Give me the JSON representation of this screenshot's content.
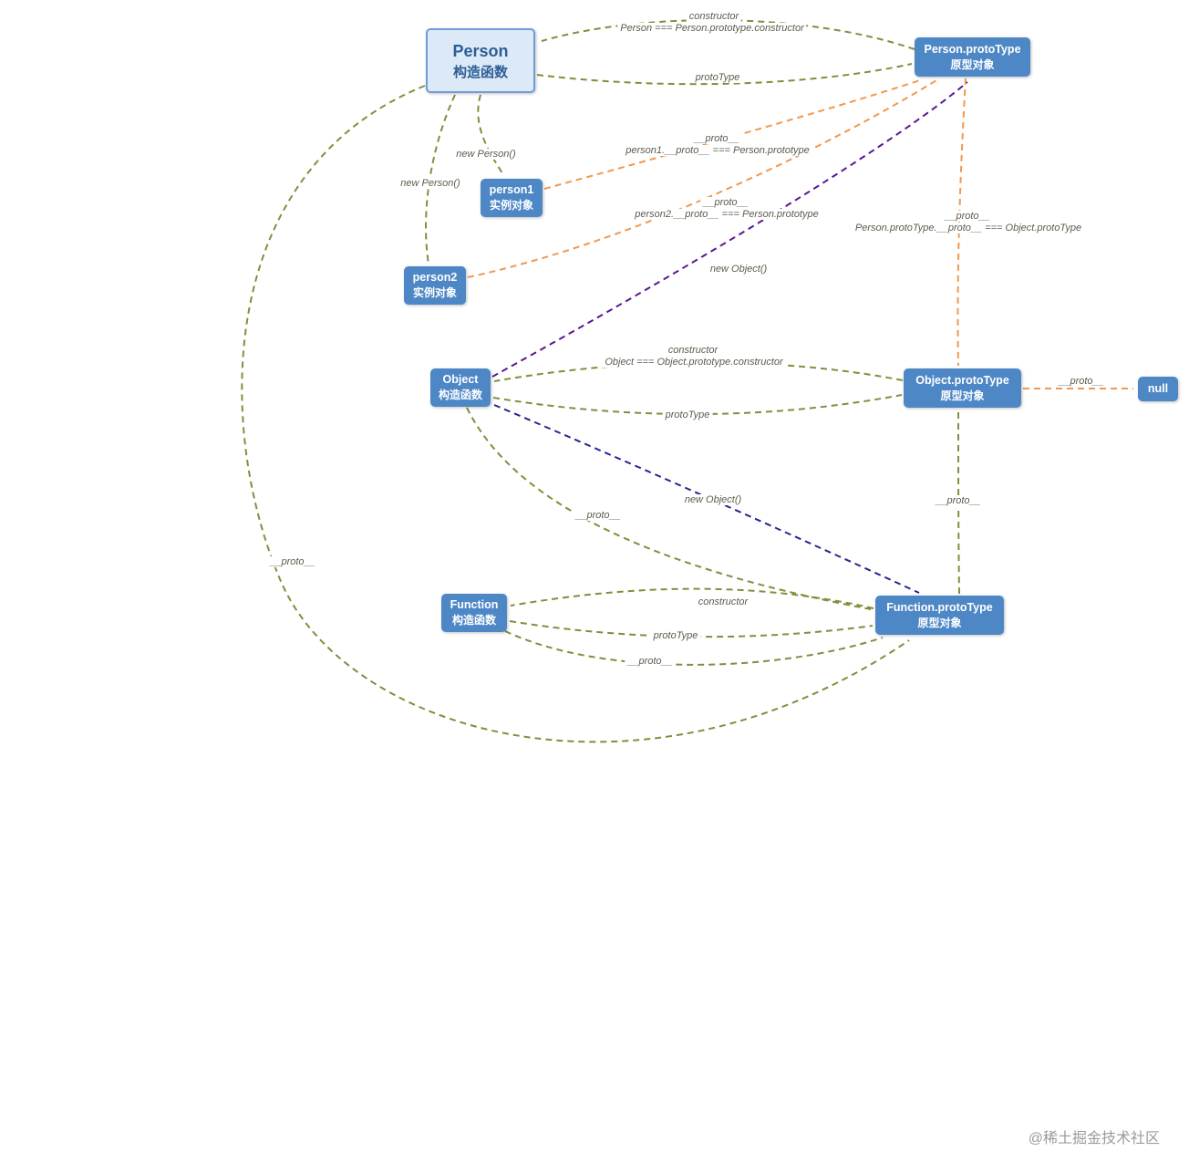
{
  "nodes": {
    "person": {
      "title": "Person",
      "subtitle": "构造函数"
    },
    "person1": {
      "title": "person1",
      "subtitle": "实例对象"
    },
    "person2": {
      "title": "person2",
      "subtitle": "实例对象"
    },
    "person_proto": {
      "title": "Person.protoType",
      "subtitle": "原型对象"
    },
    "object": {
      "title": "Object",
      "subtitle": "构造函数"
    },
    "object_proto": {
      "title": "Object.protoType",
      "subtitle": "原型对象"
    },
    "function": {
      "title": "Function",
      "subtitle": "构造函数"
    },
    "function_proto": {
      "title": "Function.protoType",
      "subtitle": "原型对象"
    },
    "null_node": {
      "title": "null"
    }
  },
  "labels": {
    "person_constructor_1": "constructor",
    "person_constructor_2": "Person === Person.prototype.constructor",
    "person_prototype": "protoType",
    "new_person_1": "new Person()",
    "new_person_2": "new Person()",
    "person1_proto_1": "__proto__",
    "person1_proto_2": "person1.__proto__ === Person.prototype",
    "person2_proto_1": "__proto__",
    "person2_proto_2": "person2.__proto__ === Person.prototype",
    "personproto_proto_1": "__proto__",
    "personproto_proto_2": "Person.protoType.__proto__ === Object.protoType",
    "new_object_to_personproto": "new Object()",
    "object_constructor_1": "constructor",
    "object_constructor_2": "Object === Object.prototype.constructor",
    "object_prototype": "protoType",
    "objectproto_proto": "__proto__",
    "functionproto_proto": "__proto__",
    "new_object_to_functionproto": "new Object()",
    "object_proto": "__proto__",
    "function_constructor": "constructor",
    "function_prototype": "protoType",
    "function_proto": "__proto__",
    "person_proto_outer": "__proto__"
  },
  "colors": {
    "node_fill": "#4e87c6",
    "person_node_fill": "#dce9f7",
    "person_node_border": "#6d9ed6",
    "edge_green": "#7d913c",
    "edge_orange": "#ef9950",
    "edge_purple": "#5a1790",
    "edge_navy": "#23278f",
    "label_text": "#5c5c4f"
  },
  "watermark": "@稀土掘金技术社区"
}
